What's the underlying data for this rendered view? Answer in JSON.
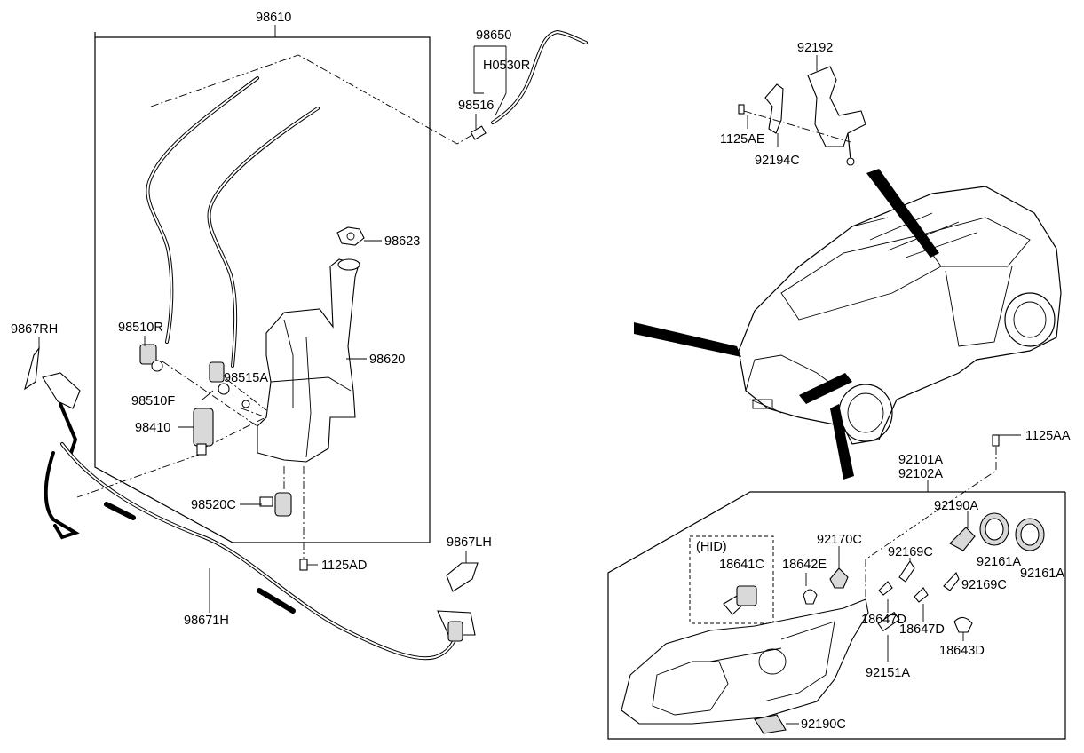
{
  "labels": {
    "p98610": "98610",
    "p98650": "98650",
    "pH0530R": "H0530R",
    "p98516": "98516",
    "p98623": "98623",
    "p98510R": "98510R",
    "p98620": "98620",
    "p98515A": "98515A",
    "p98510F": "98510F",
    "p98410": "98410",
    "p98520C": "98520C",
    "p1125AD": "1125AD",
    "p9867RH": "9867RH",
    "p98671H": "98671H",
    "p9867LH": "9867LH",
    "p92192": "92192",
    "p1125AE": "1125AE",
    "p92194C": "92194C",
    "p1125AA": "1125AA",
    "p92101A": "92101A",
    "p92102A": "92102A",
    "p92190A": "92190A",
    "hid": "(HID)",
    "p92170C": "92170C",
    "p92169C_a": "92169C",
    "p18641C": "18641C",
    "p18642E": "18642E",
    "p92161A_a": "92161A",
    "p92161A_b": "92161A",
    "p92169C_b": "92169C",
    "p18647D_a": "18647D",
    "p18647D_b": "18647D",
    "p18643D": "18643D",
    "p92151A": "92151A",
    "p92190C": "92190C"
  },
  "colors": {
    "line": "#000000",
    "background": "#ffffff",
    "part_fill": "#d9d9d9"
  }
}
